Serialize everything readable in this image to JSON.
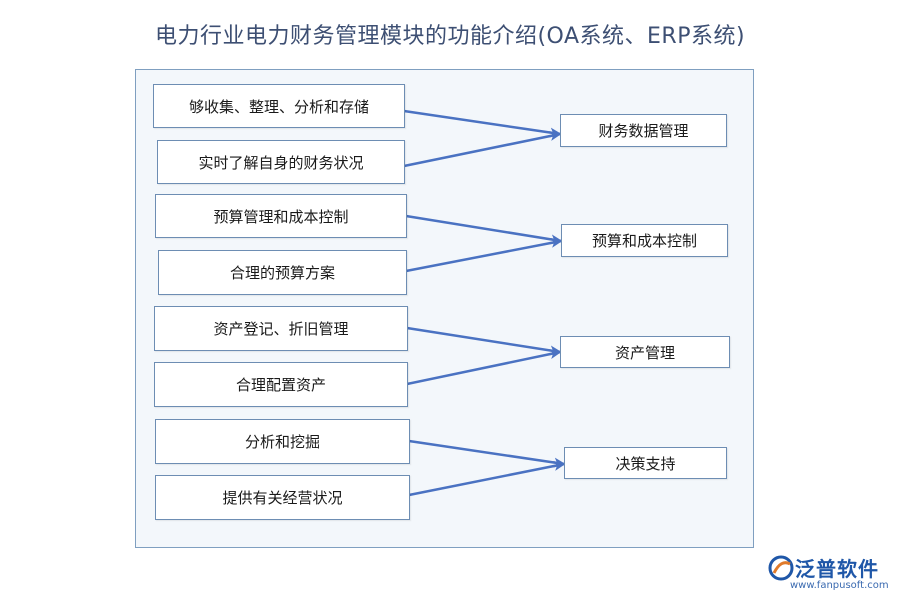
{
  "title": "电力行业电力财务管理模块的功能介绍(OA系统、ERP系统)",
  "groups": [
    {
      "sources": [
        "够收集、整理、分析和存储",
        "实时了解自身的财务状况"
      ],
      "target": "财务数据管理"
    },
    {
      "sources": [
        "预算管理和成本控制",
        "合理的预算方案"
      ],
      "target": "预算和成本控制"
    },
    {
      "sources": [
        "资产登记、折旧管理",
        "合理配置资产"
      ],
      "target": "资产管理"
    },
    {
      "sources": [
        "分析和挖掘",
        "提供有关经营状况"
      ],
      "target": "决策支持"
    }
  ],
  "logo": {
    "name": "泛普软件",
    "url": "www.fanpusoft.com",
    "icon": "fanpu-logo-icon"
  },
  "colors": {
    "arrow": "#4a72c2",
    "border": "#6d8db3",
    "panel": "#f3f7fb",
    "title": "#3d4f73"
  }
}
